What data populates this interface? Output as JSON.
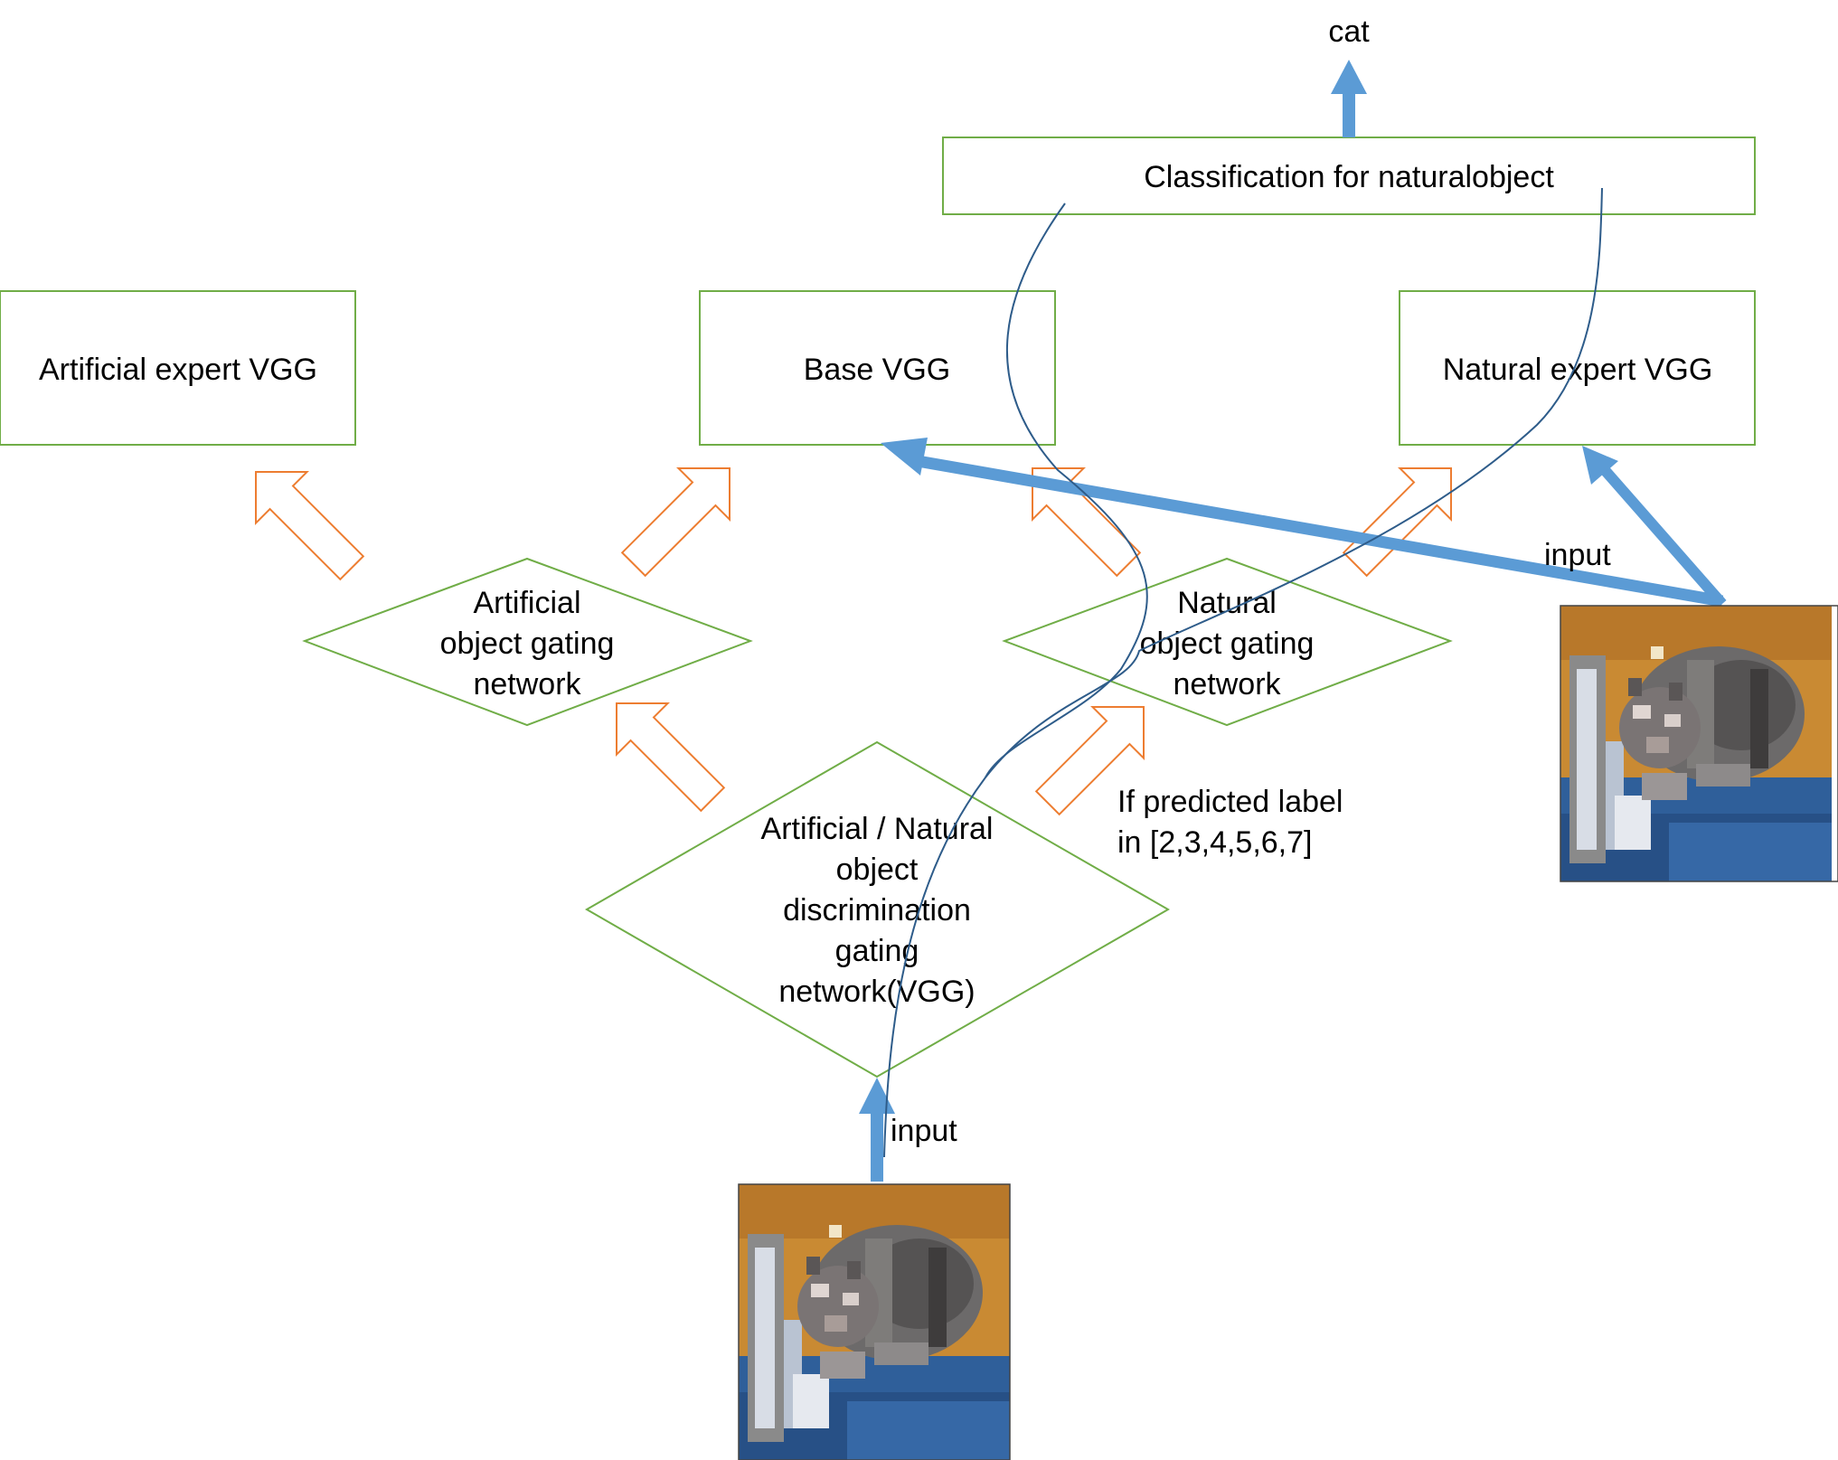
{
  "output_label": "cat",
  "boxes": {
    "classification": "Classification for naturalobject",
    "artificial_expert": "Artificial expert VGG",
    "base": "Base VGG",
    "natural_expert": "Natural expert VGG"
  },
  "diamonds": {
    "artificial_gate": [
      "Artificial",
      "object gating",
      "network"
    ],
    "natural_gate": [
      "Natural",
      "object gating",
      "network"
    ],
    "discrimination_gate": [
      "Artificial / Natural",
      "object",
      "discrimination",
      "gating",
      "network(VGG)"
    ]
  },
  "labels": {
    "input_bottom": "input",
    "input_right": "input",
    "condition": [
      "If predicted label",
      "in [2,3,4,5,6,7]"
    ]
  },
  "colors": {
    "box_border": "#70ad47",
    "gate_arrow": "#ed7d31",
    "flow_arrow": "#5b9bd5",
    "path_curve": "#2e5c8a"
  },
  "images": {
    "input_image_icon": "cat-thumbnail"
  }
}
